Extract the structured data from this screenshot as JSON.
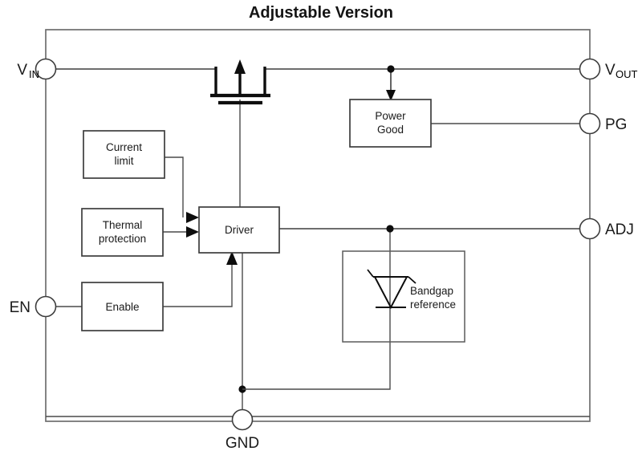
{
  "title": "Adjustable Version",
  "blocks": [
    {
      "id": "current-limit",
      "lines": [
        "Current",
        "limit"
      ]
    },
    {
      "id": "thermal-protection",
      "lines": [
        "Thermal",
        "protection"
      ]
    },
    {
      "id": "enable",
      "lines": [
        "Enable"
      ]
    },
    {
      "id": "driver",
      "lines": [
        "Driver"
      ]
    },
    {
      "id": "power-good",
      "lines": [
        "Power",
        "Good"
      ]
    },
    {
      "id": "bandgap-reference",
      "lines": [
        "Bandgap",
        "reference"
      ]
    }
  ],
  "pins": [
    {
      "id": "vin",
      "base": "V",
      "sub": "IN",
      "side": "left"
    },
    {
      "id": "en",
      "base": "EN",
      "sub": "",
      "side": "left"
    },
    {
      "id": "vout",
      "base": "V",
      "sub": "OUT",
      "side": "right"
    },
    {
      "id": "pg",
      "base": "PG",
      "sub": "",
      "side": "right"
    },
    {
      "id": "adj",
      "base": "ADJ",
      "sub": "",
      "side": "right"
    },
    {
      "id": "gnd",
      "base": "GND",
      "sub": "",
      "side": "bottom"
    }
  ],
  "symbols": [
    {
      "id": "pass-mosfet",
      "name": "n-channel-mosfet"
    },
    {
      "id": "shunt-reference",
      "name": "voltage-reference-diode"
    }
  ],
  "colors": {
    "wire": "#3d3d3d",
    "boundary": "#6e6e6e",
    "text": "#1a1a1a",
    "background": "#ffffff",
    "junction": "#0d0d0d"
  }
}
